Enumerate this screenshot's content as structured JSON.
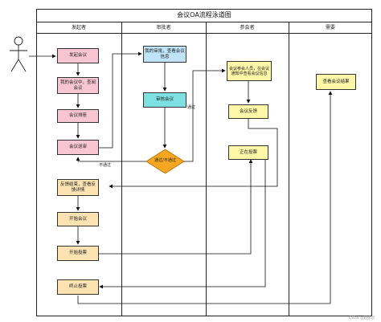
{
  "title": "会议OA流程泳道图",
  "lanes": [
    {
      "label": "发起者"
    },
    {
      "label": "审批者"
    },
    {
      "label": "参会者"
    },
    {
      "label": "需要"
    }
  ],
  "nodes": {
    "initiate": "发起会议",
    "my_meetings": "我的会议中，查阅会议",
    "meeting_schedule": "会议排座",
    "submit_review": "会议送审",
    "review_query": "我的审批，查看会议信息",
    "review_meeting": "审核会议",
    "decision": "通过/不通过",
    "attendee_notify": "会议参会人员，在会议通知中查看会议信息",
    "meeting_feedback": "会议反馈",
    "voting": "正在投票",
    "check_feedback": "反馈结束，查看反馈详情",
    "start_meeting": "开始会议",
    "start_voting": "开始投票",
    "end_voting": "终止投票",
    "view_result": "查看会议结果"
  },
  "edge_labels": {
    "pass": "通过",
    "fail": "不通过"
  },
  "watermark": "CSDN @超级冠"
}
